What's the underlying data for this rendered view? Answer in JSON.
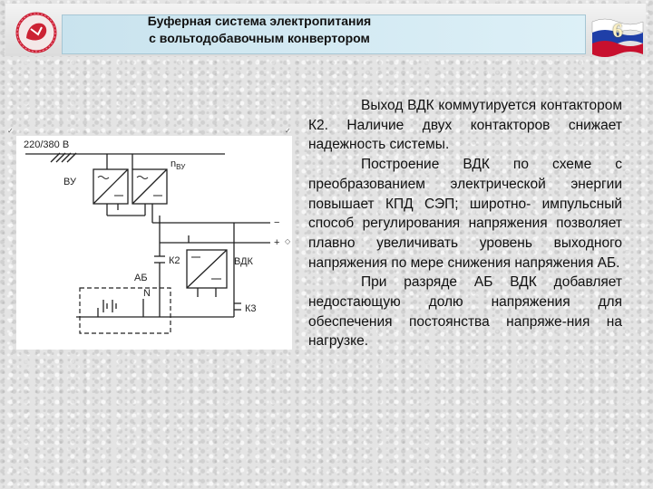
{
  "header": {
    "title_line1": "Буферная система электропитания",
    "title_line2": "с вольтодобавочным конвертором",
    "page_number": "6"
  },
  "diagram": {
    "labels": {
      "supply": "220/380 В",
      "n_vu": "n",
      "n_vu_sub": "ВУ",
      "vu": "ВУ",
      "plus": "+",
      "minus": "−",
      "k2": "К2",
      "vdk": "ВДК",
      "ab": "АБ",
      "n": "N",
      "k3": "К3"
    }
  },
  "body": {
    "paragraphs": [
      "Выход ВДК коммутируется контактором К2. Наличие двух контакторов снижает надежность системы.",
      "Построение ВДК по схеме с преобразованием электрической энергии повышает КПД СЭП; широтно- импульсный способ регулирования напряжения позволяет плавно увеличивать уровень выходного напряжения по мере снижения напряжения АБ.",
      "При разряде АБ ВДК добавляет недостающую долю напряжения для обеспечения постоянства напряже-ния на нагрузке."
    ]
  },
  "colors": {
    "title_bg": "#cfe8f2",
    "flag_white": "#ffffff",
    "flag_blue": "#1f3fa8",
    "flag_red": "#c8102e",
    "page_number": "#fff2c4"
  }
}
